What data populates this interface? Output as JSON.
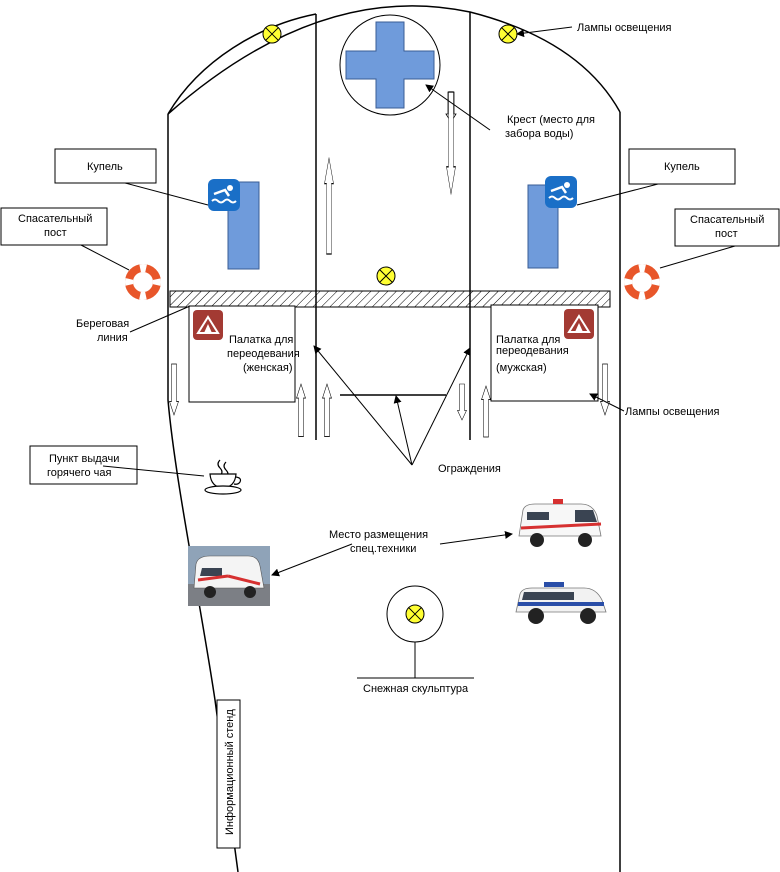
{
  "labels": {
    "lamps_top": "Лампы освещения",
    "cross_line1": "Крест (место для",
    "cross_line2": "забора воды)",
    "font_left": "Купель",
    "font_right": "Купель",
    "rescue_left_line1": "Спасательный",
    "rescue_left_line2": "пост",
    "rescue_right_line1": "Спасательный",
    "rescue_right_line2": "пост",
    "shore_line1": "Береговая",
    "shore_line2": "линия",
    "tent_female_line1": "Палатка для",
    "tent_female_line2": "переодевания",
    "tent_female_line3": "(женская)",
    "tent_male_line1": "Палатка для",
    "tent_male_line2": "переодевания",
    "tent_male_line3": "(мужская)",
    "lamps_right": "Лампы освещения",
    "tea_line1": "Пункт выдачи",
    "tea_line2": "горячего чая",
    "fences": "Ограждения",
    "vehicles_line1": "Место размещения",
    "vehicles_line2": "спец.техники",
    "snow_sculpture": "Снежная скульптура",
    "info_stand": "Информационный стенд"
  },
  "colors": {
    "pool_blue": "#6f9bdb",
    "swim_icon": "#1a6fc7",
    "tent_icon": "#a33a33",
    "lamp_yellow": "#ffff33",
    "buoy_orange": "#e8562a"
  },
  "icons": [
    "lamp-icon",
    "cross-icon",
    "swimmer-icon",
    "lifebuoy-icon",
    "tent-icon",
    "tea-cup-icon",
    "ambulance-icon",
    "police-car-icon"
  ]
}
